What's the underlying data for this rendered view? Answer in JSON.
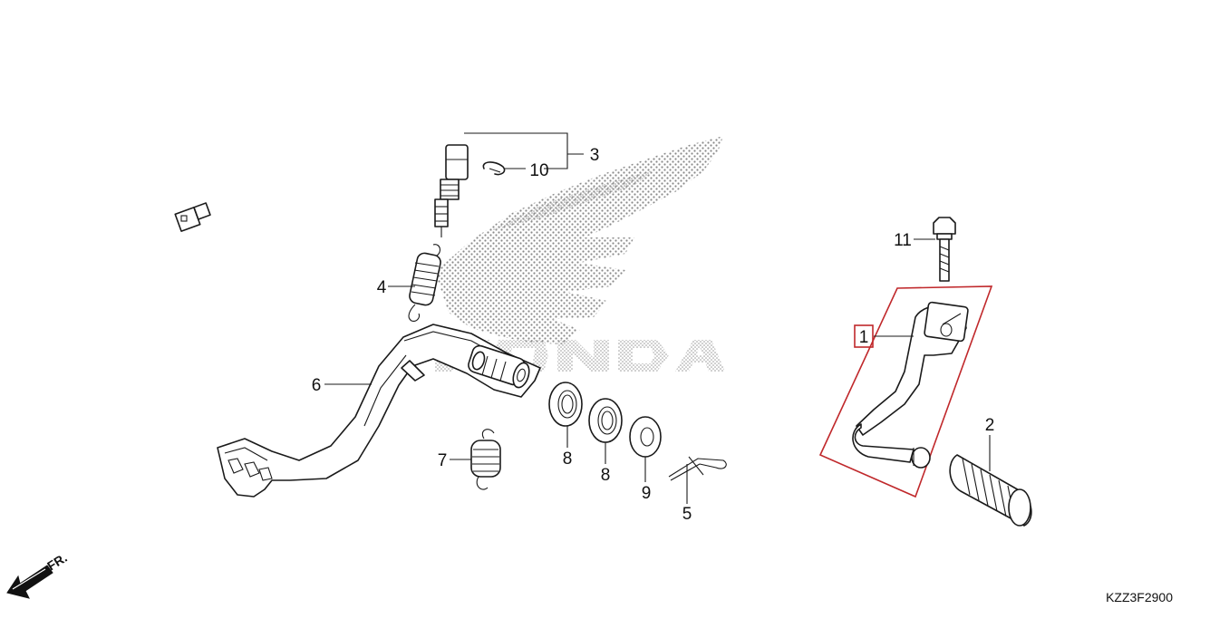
{
  "diagram": {
    "code": "KZZ3F2900",
    "front_marker": "FR.",
    "watermark_text": "HONDA",
    "highlight_color": "#c0282b",
    "line_color": "#1a1a1a",
    "callouts": {
      "c1": "1",
      "c2": "2",
      "c3": "3",
      "c4": "4",
      "c5": "5",
      "c6": "6",
      "c7": "7",
      "c8a": "8",
      "c8b": "8",
      "c9": "9",
      "c10": "10",
      "c11": "11"
    }
  }
}
